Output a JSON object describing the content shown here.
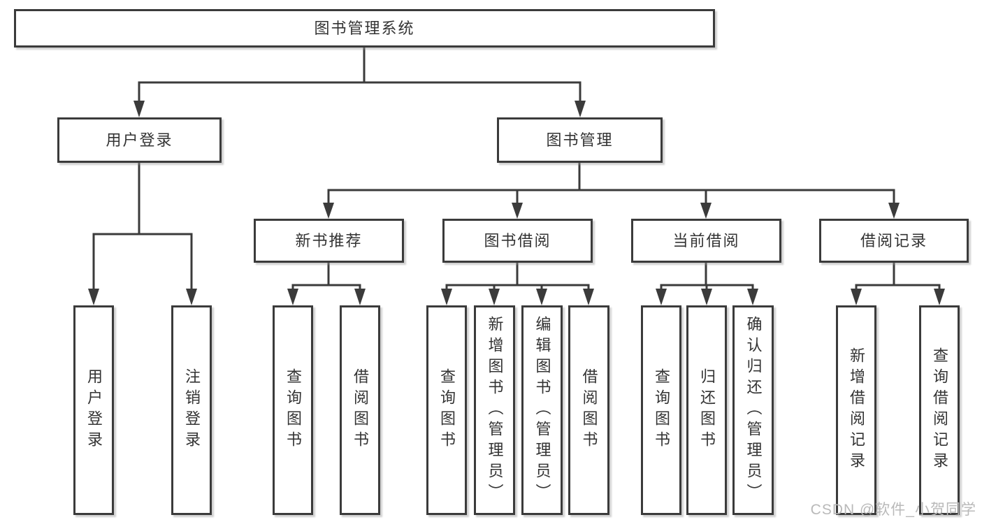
{
  "tree": {
    "label": "图书管理系统",
    "children": [
      {
        "label": "用户登录",
        "children": [
          {
            "label": "用户登录"
          },
          {
            "label": "注销登录"
          }
        ]
      },
      {
        "label": "图书管理",
        "children": [
          {
            "label": "新书推荐",
            "children": [
              {
                "label": "查询图书"
              },
              {
                "label": "借阅图书"
              }
            ]
          },
          {
            "label": "图书借阅",
            "children": [
              {
                "label": "查询图书"
              },
              {
                "label": "新增图书（管理员）"
              },
              {
                "label": "编辑图书（管理员）"
              },
              {
                "label": "借阅图书"
              }
            ]
          },
          {
            "label": "当前借阅",
            "children": [
              {
                "label": "查询图书"
              },
              {
                "label": "归还图书"
              },
              {
                "label": "确认归还（管理员）"
              }
            ]
          },
          {
            "label": "借阅记录",
            "children": [
              {
                "label": "新增借阅记录"
              },
              {
                "label": "查询借阅记录"
              }
            ]
          }
        ]
      }
    ]
  },
  "watermark": {
    "text": "CSDN @软件_小贺同学"
  },
  "colors": {
    "line": "#3b3b3b",
    "box_border": "#3b3b3b",
    "text": "#333333",
    "watermark": "#b9b9b9",
    "background": "#ffffff"
  }
}
